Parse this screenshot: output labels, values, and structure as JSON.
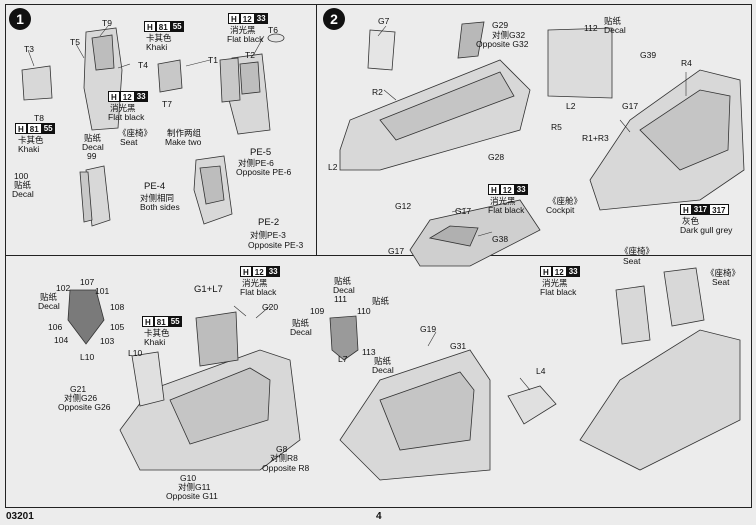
{
  "page": {
    "code": "03201",
    "number": "4"
  },
  "steps": {
    "one": "1",
    "two": "2"
  },
  "panel1": {
    "parts": [
      "T3",
      "T5",
      "T9",
      "T4",
      "T8",
      "T7",
      "T1",
      "T2",
      "T6",
      "PE-5",
      "PE-4",
      "PE-2"
    ],
    "colors": {
      "khaki_top": {
        "code": "H",
        "num": "81",
        "sub": "55",
        "cn": "卡其色",
        "en": "Khaki"
      },
      "flat_black_1": {
        "code": "H",
        "num": "12",
        "sub": "33",
        "cn": "消光黑",
        "en": "Flat black"
      },
      "flat_black_2": {
        "code": "H",
        "num": "12",
        "sub": "33",
        "cn": "消光黑",
        "en": "Flat black"
      },
      "khaki_bottom": {
        "code": "H",
        "num": "81",
        "sub": "55",
        "cn": "卡其色",
        "en": "Khaki"
      }
    },
    "seat": {
      "cn": "《座椅》",
      "en": "Seat"
    },
    "make_two": {
      "cn": "制作两组",
      "en": "Make two"
    },
    "decal_99": {
      "cn": "贴纸",
      "en": "Decal",
      "num": "99"
    },
    "decal_100": {
      "num": "100",
      "cn": "贴纸",
      "en": "Decal"
    },
    "pe5_opp": {
      "cn": "对侧PE-6",
      "en": "Opposite PE-6"
    },
    "both_sides": {
      "cn": "对侧相同",
      "en": "Both sides"
    },
    "pe2_opp": {
      "cn": "对侧PE-3",
      "en": "Opposite PE-3"
    }
  },
  "panel2": {
    "parts": [
      "G7",
      "R2",
      "L2",
      "G29",
      "R5",
      "G28",
      "112",
      "L2",
      "G39",
      "R4",
      "G17",
      "R1+R3",
      "G12",
      "G17",
      "G17",
      "G38"
    ],
    "g29_opp": {
      "cn": "对侧G32",
      "en": "Opposite G32"
    },
    "decal_112": {
      "cn": "贴纸",
      "en": "Decal"
    },
    "flat_black": {
      "code": "H",
      "num": "12",
      "sub": "33",
      "cn": "消光黑",
      "en": "Flat black"
    },
    "cockpit": {
      "cn": "《座舱》",
      "en": "Cockpit"
    },
    "dark_gull_grey": {
      "code": "H",
      "num": "317",
      "sub": "317",
      "cn": "灰色",
      "en": "Dark gull grey"
    }
  },
  "panel3": {
    "decals": [
      {
        "num": "102",
        "cn": "贴纸",
        "en": "Decal"
      },
      {
        "num": "107"
      },
      {
        "num": "101"
      },
      {
        "num": "108"
      },
      {
        "num": "106"
      },
      {
        "num": "105"
      },
      {
        "num": "104"
      },
      {
        "num": "103"
      }
    ],
    "parts": [
      "L10",
      "L10",
      "G1+L7",
      "G20",
      "G21",
      "G8",
      "G10",
      "L7",
      "G19",
      "G31",
      "L4",
      "109",
      "110",
      "111",
      "113"
    ],
    "flat_black_1": {
      "code": "H",
      "num": "12",
      "sub": "33",
      "cn": "消光黑",
      "en": "Flat black"
    },
    "khaki": {
      "code": "H",
      "num": "81",
      "sub": "55",
      "cn": "卡其色",
      "en": "Khaki"
    },
    "g21_opp": {
      "cn": "对侧G26",
      "en": "Opposite G26"
    },
    "g8_opp": {
      "cn": "对侧R8",
      "en": "Opposite R8"
    },
    "g10_opp": {
      "cn": "对侧G11",
      "en": "Opposite G11"
    },
    "decal_111": {
      "cn": "贴纸",
      "en": "Decal",
      "num": "111"
    },
    "decal_109": {
      "cn": "贴纸",
      "en": "Decal",
      "num": "109"
    },
    "decal_113": {
      "num": "113",
      "cn": "贴纸",
      "en": "Decal"
    },
    "flat_black_2": {
      "code": "H",
      "num": "12",
      "sub": "33",
      "cn": "消光黑",
      "en": "Flat black"
    },
    "seat_a": {
      "cn": "《座椅》",
      "en": "Seat"
    },
    "seat_b": {
      "cn": "《座椅》",
      "en": "Seat"
    }
  }
}
